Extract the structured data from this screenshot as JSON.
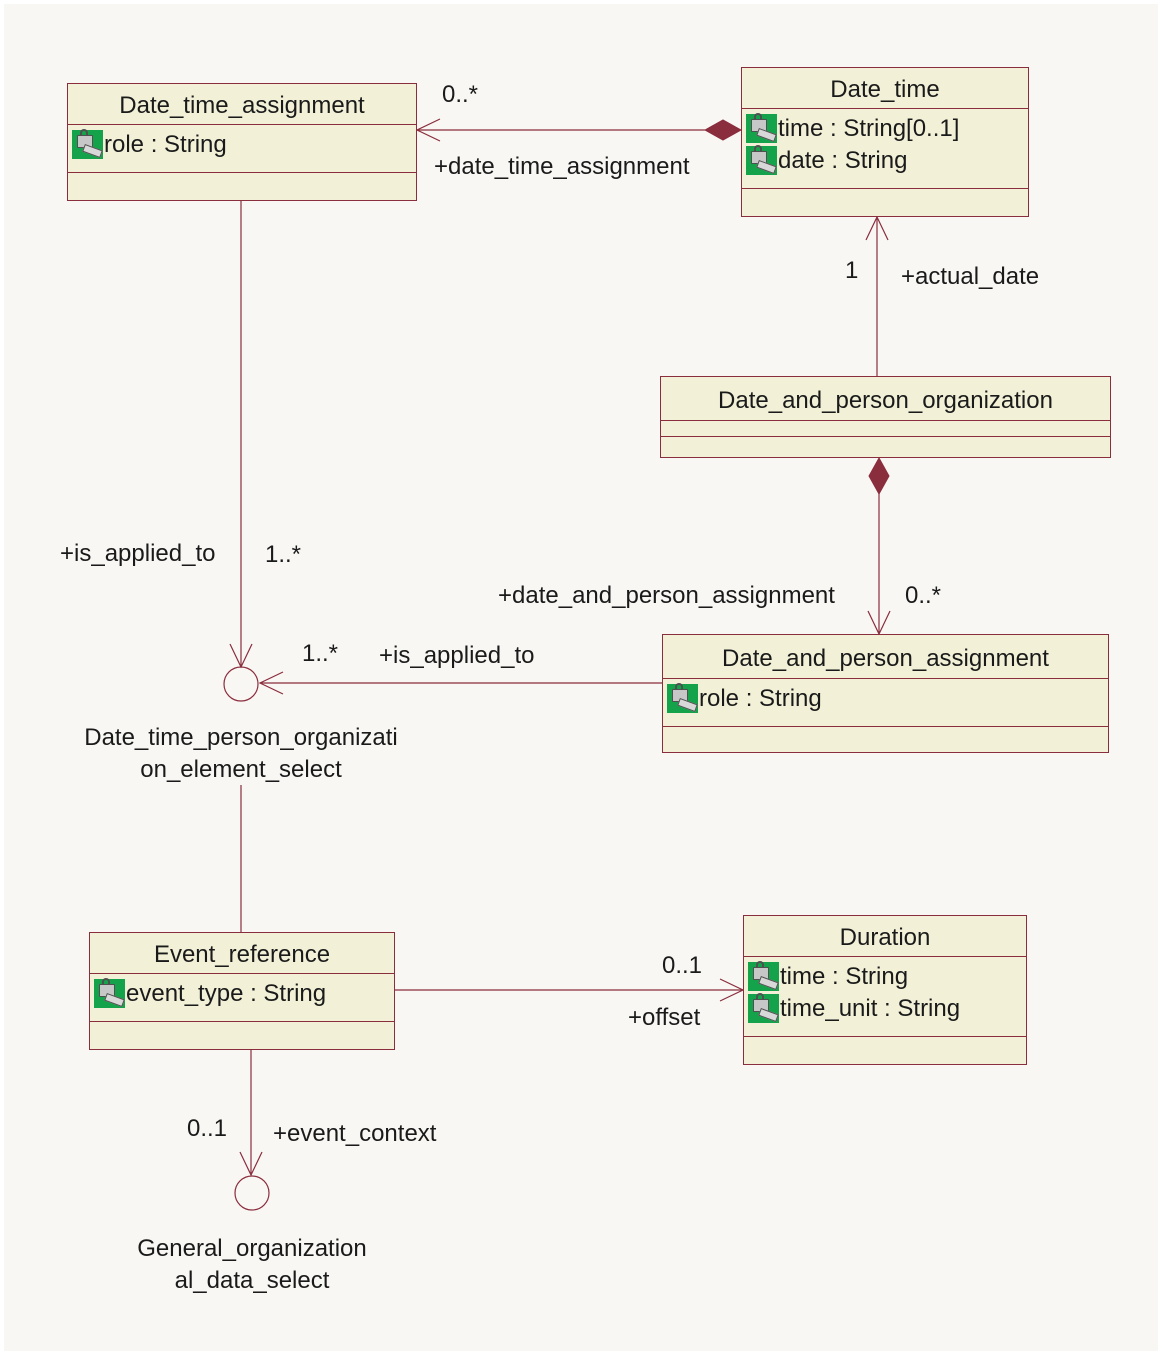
{
  "classes": {
    "date_time_assignment": {
      "name": "Date_time_assignment",
      "attributes": [
        "role : String"
      ]
    },
    "date_time": {
      "name": "Date_time",
      "attributes": [
        "time : String[0..1]",
        "date : String"
      ]
    },
    "date_and_person_organization": {
      "name": "Date_and_person_organization",
      "attributes": []
    },
    "date_and_person_assignment": {
      "name": "Date_and_person_assignment",
      "attributes": [
        "role : String"
      ]
    },
    "event_reference": {
      "name": "Event_reference",
      "attributes": [
        "event_type : String"
      ]
    },
    "duration": {
      "name": "Duration",
      "attributes": [
        "time : String",
        "time_unit : String"
      ]
    }
  },
  "interfaces": {
    "dtpo_select": {
      "name_line1": "Date_time_person_organizati",
      "name_line2": "on_element_select"
    },
    "general_org_select": {
      "name_line1": "General_organization",
      "name_line2": "al_data_select"
    }
  },
  "associations": {
    "dt_to_dta": {
      "multiplicity": "0..*",
      "role": "+date_time_assignment"
    },
    "dpo_to_dt": {
      "multiplicity": "1",
      "role": "+actual_date"
    },
    "dpo_to_dpa": {
      "multiplicity": "0..*",
      "role": "+date_and_person_assignment"
    },
    "dta_to_select": {
      "multiplicity": "1..*",
      "role": "+is_applied_to"
    },
    "dpa_to_select": {
      "multiplicity": "1..*",
      "role": "+is_applied_to"
    },
    "event_to_duration": {
      "multiplicity": "0..1",
      "role": "+offset"
    },
    "event_to_general": {
      "multiplicity": "0..1",
      "role": "+event_context"
    }
  },
  "colors": {
    "line": "#8a2d3c",
    "class_fill": "#f2f1d8",
    "background": "#f9f7f4",
    "icon": "#14a24a"
  },
  "icon_name": "attribute-lock-icon"
}
